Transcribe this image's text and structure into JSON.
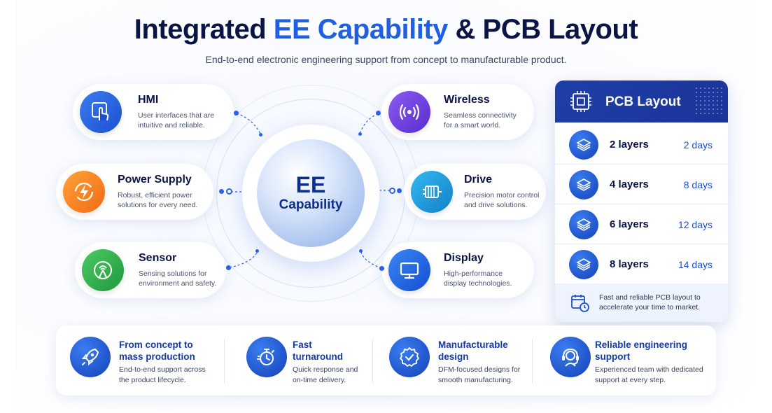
{
  "header": {
    "title_part1": "Integrated ",
    "title_accent": "EE Capability",
    "title_part2": " & PCB Layout",
    "subtitle": "End-to-end electronic engineering support from concept to manufacturable product."
  },
  "hub": {
    "line1": "EE",
    "line2": "Capability"
  },
  "features": [
    {
      "title": "HMI",
      "desc": "User interfaces that are intuitive and reliable.",
      "icon": "touch-hand-icon",
      "color": "#2563e8"
    },
    {
      "title": "Power Supply",
      "desc": "Robust, efficient power solutions for every need.",
      "icon": "power-bolt-icon",
      "color": "#f7821f"
    },
    {
      "title": "Sensor",
      "desc": "Sensing solutions for environment and safety.",
      "icon": "sensor-signal-icon",
      "color": "#2fb24d"
    },
    {
      "title": "Wireless",
      "desc": "Seamless connectivity for a smart world.",
      "icon": "wireless-icon",
      "color": "#6b3fe0"
    },
    {
      "title": "Drive",
      "desc": "Precision motor control and drive solutions.",
      "icon": "motor-icon",
      "color": "#1aa2e0"
    },
    {
      "title": "Display",
      "desc": "High-performance display technologies.",
      "icon": "monitor-icon",
      "color": "#1f6ef0"
    }
  ],
  "pcb": {
    "title": "PCB Layout",
    "rows": [
      {
        "layers": "2 layers",
        "days": "2 days"
      },
      {
        "layers": "4 layers",
        "days": "8 days"
      },
      {
        "layers": "6 layers",
        "days": "12 days"
      },
      {
        "layers": "8 layers",
        "days": "14 days"
      }
    ],
    "footer": "Fast and reliable PCB layout to accelerate your time to market."
  },
  "benefits": [
    {
      "title": "From concept to mass production",
      "desc": "End-to-end support across the product lifecycle.",
      "icon": "rocket-icon"
    },
    {
      "title": "Fast turnaround",
      "desc": "Quick response and on-time delivery.",
      "icon": "stopwatch-icon"
    },
    {
      "title": "Manufacturable design",
      "desc": "DFM-focused designs for smooth manufacturing.",
      "icon": "gear-check-icon"
    },
    {
      "title": "Reliable engineering support",
      "desc": "Experienced team with dedicated support at every step.",
      "icon": "support-headset-icon"
    }
  ],
  "colors": {
    "primary": "#1f5fe0",
    "navy": "#0b1545",
    "pcb_header": "#1e3fa8"
  }
}
